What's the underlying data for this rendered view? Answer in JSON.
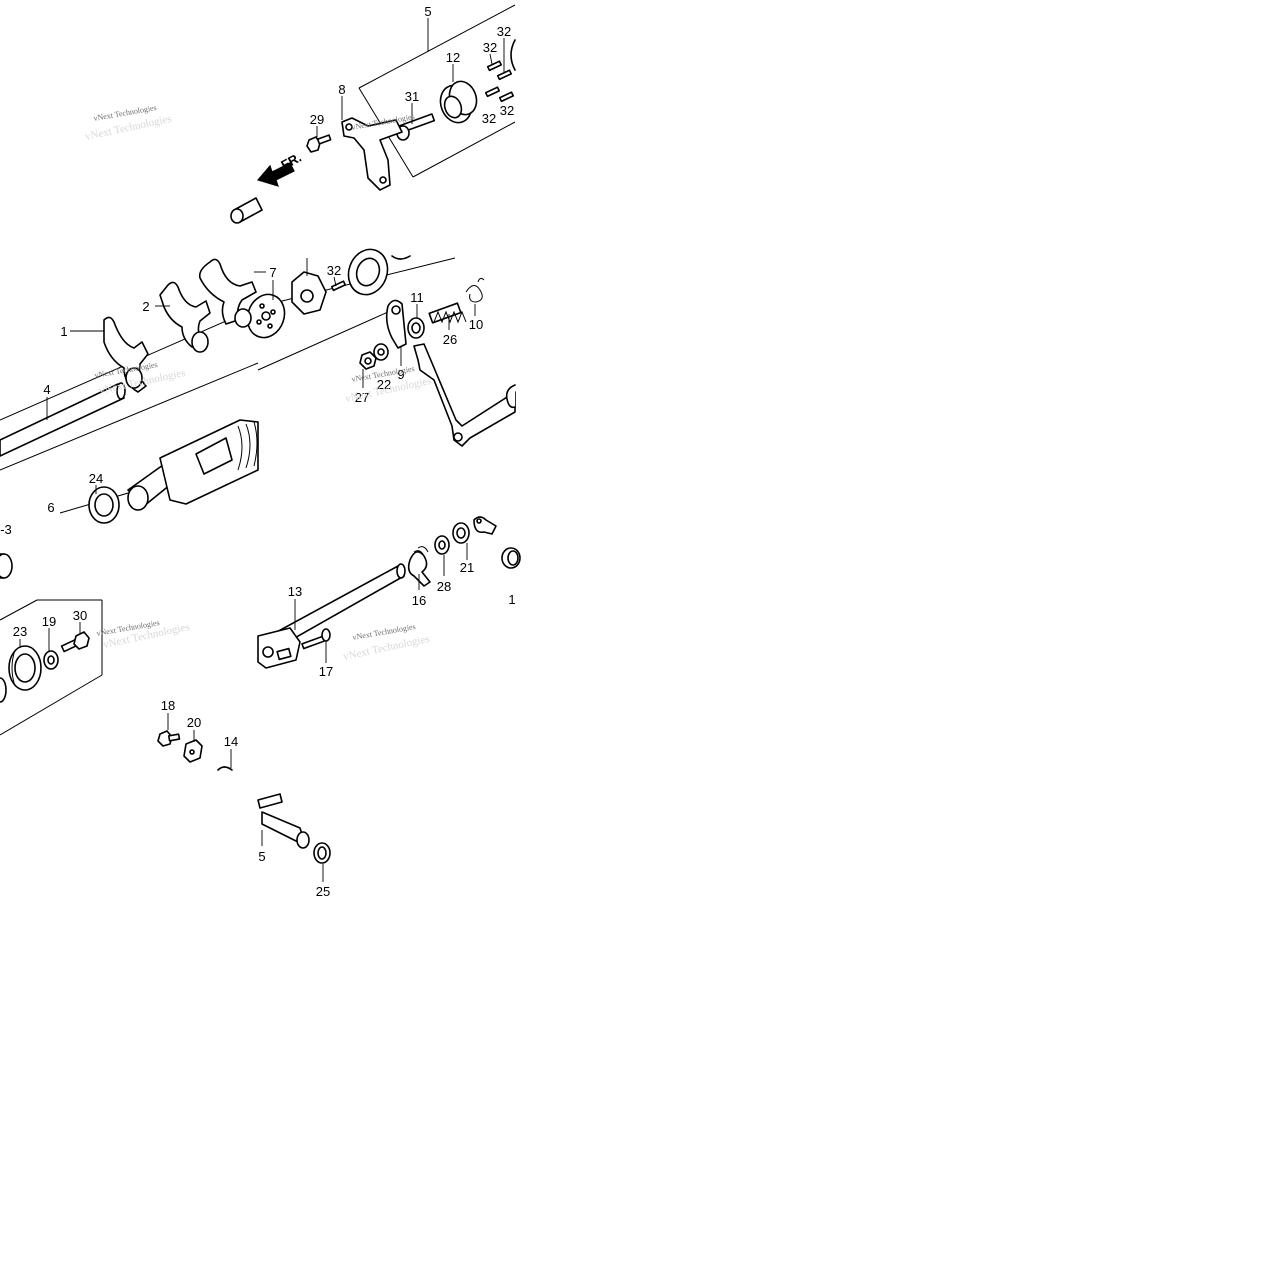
{
  "diagram": {
    "watermark": "vNext Technologies",
    "direction_label": "FR.",
    "callouts": [
      "5",
      "12",
      "32",
      "32",
      "32",
      "32",
      "31",
      "8",
      "29",
      "7",
      "32",
      "1",
      "2",
      "11",
      "10",
      "26",
      "4",
      "9",
      "22",
      "27",
      "24",
      "6",
      "-3",
      "13",
      "16",
      "28",
      "21",
      "1",
      "30",
      "19",
      "23",
      "17",
      "18",
      "20",
      "14",
      "5",
      "25"
    ]
  }
}
